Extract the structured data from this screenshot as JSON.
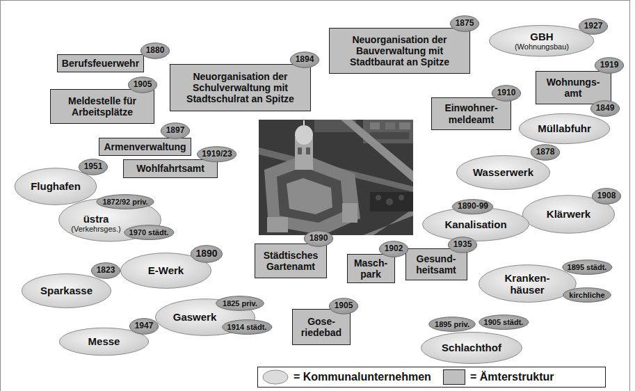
{
  "diagram": {
    "nodes": [
      {
        "text": [
          "Berufsfeuerwehr"
        ]
      },
      {
        "text": [
          "1880"
        ]
      },
      {
        "text": [
          "Neuorganisation der Bauverwaltung mit Stadtbaurat an Spitze"
        ]
      },
      {
        "text": [
          "1875"
        ]
      },
      {
        "text": [
          "GBH",
          "(Wohnungsbau)"
        ]
      },
      {
        "text": [
          "1927"
        ]
      },
      {
        "text": [
          "Neuorganisation der Schulverwaltung mit Stadtschulrat an Spitze"
        ]
      },
      {
        "text": [
          "1894"
        ]
      },
      {
        "text": [
          "Wohnungs- amt"
        ]
      },
      {
        "text": [
          "1919"
        ]
      },
      {
        "text": [
          "Meldestelle für Arbeitsplätze"
        ]
      },
      {
        "text": [
          "1905"
        ]
      },
      {
        "text": [
          "Einwohner- meldeamt"
        ]
      },
      {
        "text": [
          "1910"
        ]
      },
      {
        "text": [
          "Müllabfuhr"
        ]
      },
      {
        "text": [
          "1849"
        ]
      },
      {
        "text": [
          "Armenverwaltung"
        ]
      },
      {
        "text": [
          "1897"
        ]
      },
      {
        "text": [
          "Wohlfahrtsamt"
        ]
      },
      {
        "text": [
          "1919/23"
        ]
      },
      {
        "text": [
          "Wasserwerk"
        ]
      },
      {
        "text": [
          "1878"
        ]
      },
      {
        "text": [
          "Flughafen"
        ]
      },
      {
        "text": [
          "1951"
        ]
      },
      {
        "text": [
          "Klärwerk"
        ]
      },
      {
        "text": [
          "1908"
        ]
      },
      {
        "text": [
          "üstra",
          "(Verkehrsges.)"
        ]
      },
      {
        "text": [
          "1872/92 priv."
        ]
      },
      {
        "text": [
          "1970 städt."
        ]
      },
      {
        "text": [
          "Kanalisation"
        ]
      },
      {
        "text": [
          "1890-99"
        ]
      },
      {
        "text": [
          "Städtisches Gartenamt"
        ]
      },
      {
        "text": [
          "1890"
        ]
      },
      {
        "text": [
          "Gesund- heitsamt"
        ]
      },
      {
        "text": [
          "1935"
        ]
      },
      {
        "text": [
          "Masch- park"
        ]
      },
      {
        "text": [
          "1902"
        ]
      },
      {
        "text": [
          "E-Werk"
        ]
      },
      {
        "text": [
          "1890"
        ]
      },
      {
        "text": [
          "Kranken- häuser"
        ]
      },
      {
        "text": [
          "1895 städt."
        ]
      },
      {
        "text": [
          "kirchliche"
        ]
      },
      {
        "text": [
          "Sparkasse"
        ]
      },
      {
        "text": [
          "1823"
        ]
      },
      {
        "text": [
          "Gaswerk"
        ]
      },
      {
        "text": [
          "1825 priv."
        ]
      },
      {
        "text": [
          "1914 städt."
        ]
      },
      {
        "text": [
          "Gose- riedebad"
        ]
      },
      {
        "text": [
          "1905"
        ]
      },
      {
        "text": [
          "Messe"
        ]
      },
      {
        "text": [
          "1947"
        ]
      },
      {
        "text": [
          "Schlachthof"
        ]
      },
      {
        "text": [
          "1895 priv."
        ]
      },
      {
        "text": [
          "1905 städt."
        ]
      }
    ],
    "legend": [
      {
        "text": "= Kommunalunternehmen"
      },
      {
        "text": "= Ämterstruktur"
      }
    ]
  }
}
